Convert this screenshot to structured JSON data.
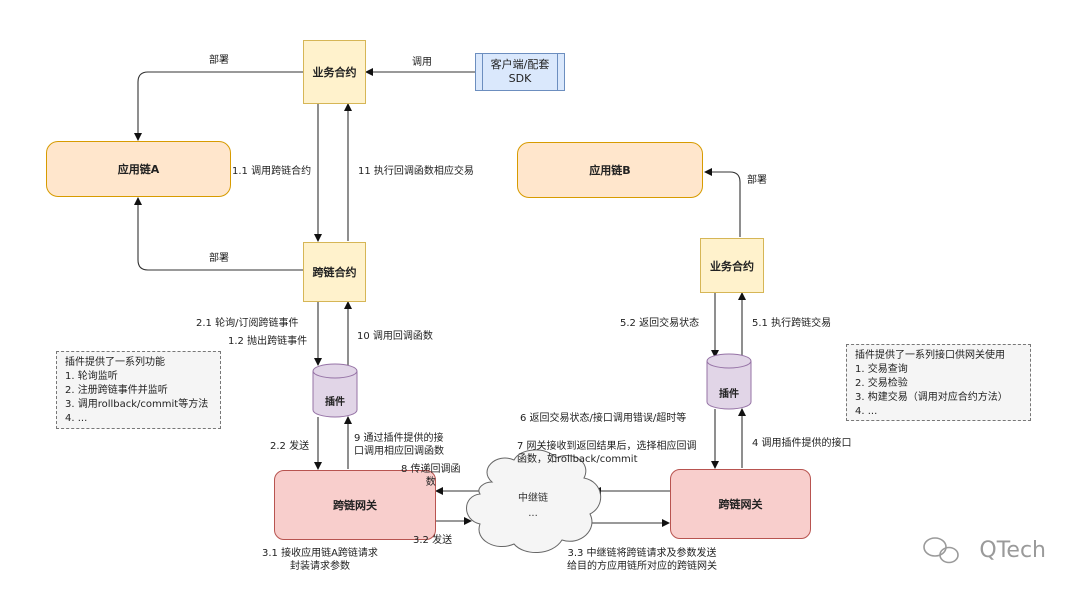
{
  "nodes": {
    "biz_contract_a": "业务合约",
    "client_sdk": "客户端/配套\nSDK",
    "app_chain_a": "应用链A",
    "cross_contract": "跨链合约",
    "plugin_a": "插件",
    "gateway_a": "跨链网关",
    "relay_chain": "中继链",
    "relay_chain_dots": "...",
    "app_chain_b": "应用链B",
    "biz_contract_b": "业务合约",
    "plugin_b": "插件",
    "gateway_b": "跨链网关"
  },
  "labels": {
    "deploy_top": "部署",
    "invoke": "调用",
    "call_cross": "1.1 调用跨链合约",
    "exec_callback_tx": "11 执行回调函数相应交易",
    "deploy_mid": "部署",
    "poll_events": "2.1 轮询/订阅跨链事件",
    "throw_events": "1.2 抛出跨链事件",
    "call_callback": "10 调用回调函数",
    "send_a": "2.2 发送",
    "via_plugin_callback": "9 通过插件提供的接\n口调用相应回调函数",
    "pass_callback": "8 传递回调函\n数",
    "send_relay": "3.2 发送",
    "receive_req": "3.1 接收应用链A跨链请求\n封装请求参数",
    "deploy_b": "部署",
    "return_status": "5.2 返回交易状态",
    "exec_cross_tx": "5.1 执行跨链交易",
    "return_status_err": "6 返回交易状态/接口调用错误/超时等",
    "gateway_receive": "7 网关接收到返回结果后，选择相应回调\n函数，如rollback/commit",
    "call_plugin_iface": "4 调用插件提供的接口",
    "relay_forward": "3.3 中继链将跨链请求及参数发送\n给目的方应用链所对应的跨链网关"
  },
  "note_left": {
    "title": "插件提供了一系列功能",
    "items": [
      "1. 轮询监听",
      "2. 注册跨链事件并监听",
      "3. 调用rollback/commit等方法",
      "4. ..."
    ]
  },
  "note_right": {
    "title": "插件提供了一系列接口供网关使用",
    "items": [
      "1. 交易查询",
      "2. 交易检验",
      "3. 构建交易（调用对应合约方法）",
      "4. ..."
    ]
  },
  "watermark": "QTech"
}
